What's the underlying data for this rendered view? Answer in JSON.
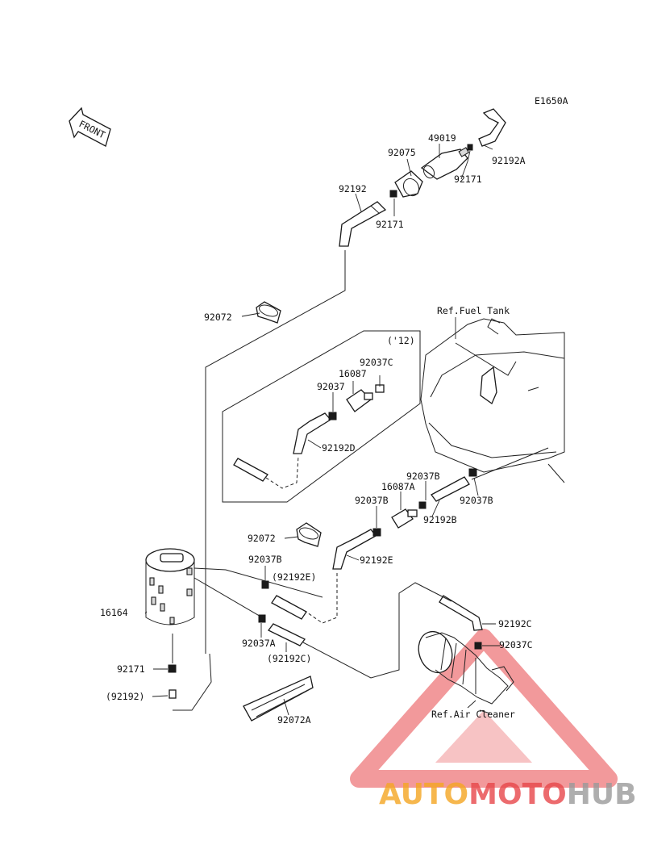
{
  "diagram_code": "E1650A",
  "front_label": "FRONT",
  "year_note": "('12)",
  "refs": {
    "fuel_tank": "Ref.Fuel Tank",
    "air_cleaner": "Ref.Air Cleaner"
  },
  "parts": {
    "p49019": "49019",
    "p92075": "92075",
    "p92192A": "92192A",
    "p92171_top": "92171",
    "p92192_top": "92192",
    "p92171_mid": "92171",
    "p92072_top": "92072",
    "p92037C_top": "92037C",
    "p16087": "16087",
    "p92037": "92037",
    "p92192D": "92192D",
    "p92037B_a": "92037B",
    "p16087A": "16087A",
    "p92037B_b": "92037B",
    "p92037B_c": "92037B",
    "p92192B": "92192B",
    "p92072_mid": "92072",
    "p92192E": "92192E",
    "p92037B_d": "92037B",
    "p92192E_paren": "(92192E)",
    "p16164": "16164",
    "p92037A": "92037A",
    "p92192C_paren": "(92192C)",
    "p92192C": "92192C",
    "p92037C_b": "92037C",
    "p92171_low": "92171",
    "p92192_paren": "(92192)",
    "p92072A": "92072A"
  },
  "watermark": {
    "part1": "AUTO",
    "part2": "MOTO",
    "part3": "HUB",
    "color_orange": "#f5a623",
    "color_red": "#e8474b",
    "color_grey": "#9a9a9a"
  }
}
